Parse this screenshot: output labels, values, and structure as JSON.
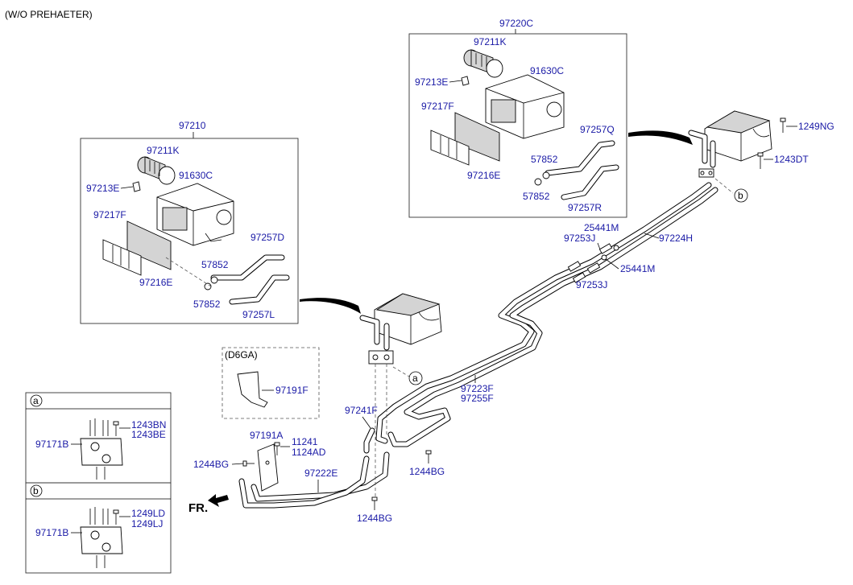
{
  "header": {
    "note": "(W/O PREHAETER)"
  },
  "assemblies": {
    "left": {
      "title": "97210"
    },
    "right": {
      "title": "97220C"
    },
    "d6ga": {
      "title": "(D6GA)"
    }
  },
  "labels": {
    "l_97211K": "97211K",
    "l_97213E": "97213E",
    "l_91630C": "91630C",
    "l_97217F": "97217F",
    "l_97257D": "97257D",
    "l_57852a": "57852",
    "l_97216E": "97216E",
    "l_57852b": "57852",
    "l_97257L": "97257L",
    "r_97211K": "97211K",
    "r_97213E": "97213E",
    "r_91630C": "91630C",
    "r_97217F": "97217F",
    "r_97257Q": "97257Q",
    "r_57852a": "57852",
    "r_97216E": "97216E",
    "r_57852b": "57852",
    "r_97257R": "97257R",
    "p_1249NG": "1249NG",
    "p_1243DT": "1243DT",
    "p_25441M_a": "25441M",
    "p_97253J_a": "97253J",
    "p_97224H": "97224H",
    "p_25441M_b": "25441M",
    "p_97253J_b": "97253J",
    "p_97223F": "97223F",
    "p_97255F": "97255F",
    "p_97191F": "97191F",
    "p_97241F": "97241F",
    "p_97191A": "97191A",
    "p_11241": "11241",
    "p_1124AD": "1124AD",
    "p_1244BG_a": "1244BG",
    "p_97222E": "97222E",
    "p_1244BG_b": "1244BG",
    "p_1244BG_c": "1244BG",
    "p_FR": "FR."
  },
  "callouts": {
    "a": "a",
    "b": "b"
  },
  "detail_a": {
    "tag": "a",
    "part": "97171B",
    "bolt1": "1243BN",
    "bolt2": "1243BE"
  },
  "detail_b": {
    "tag": "b",
    "part": "97171B",
    "bolt1": "1249LD",
    "bolt2": "1249LJ"
  }
}
